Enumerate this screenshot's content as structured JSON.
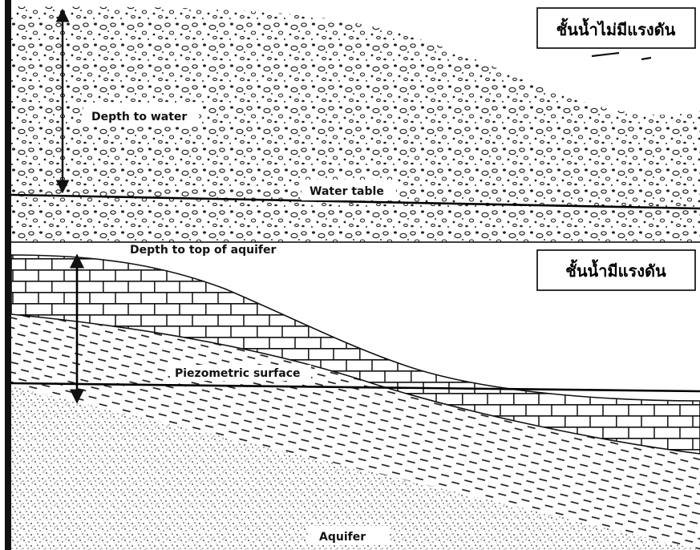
{
  "diagram": {
    "unconfined_title": "ชั้นน้ำไม่มีแรงดัน",
    "confined_title": "ชั้นน้ำมีแรงดัน",
    "labels": {
      "depth_to_water": "Depth to water",
      "water_table": "Water table",
      "depth_to_top_of_aquifer": "Depth to top of aquifer",
      "piezometric_surface": "Piezometric surface",
      "aquifer": "Aquifer"
    },
    "colors": {
      "ink": "#111111",
      "paper": "#ffffff"
    }
  }
}
